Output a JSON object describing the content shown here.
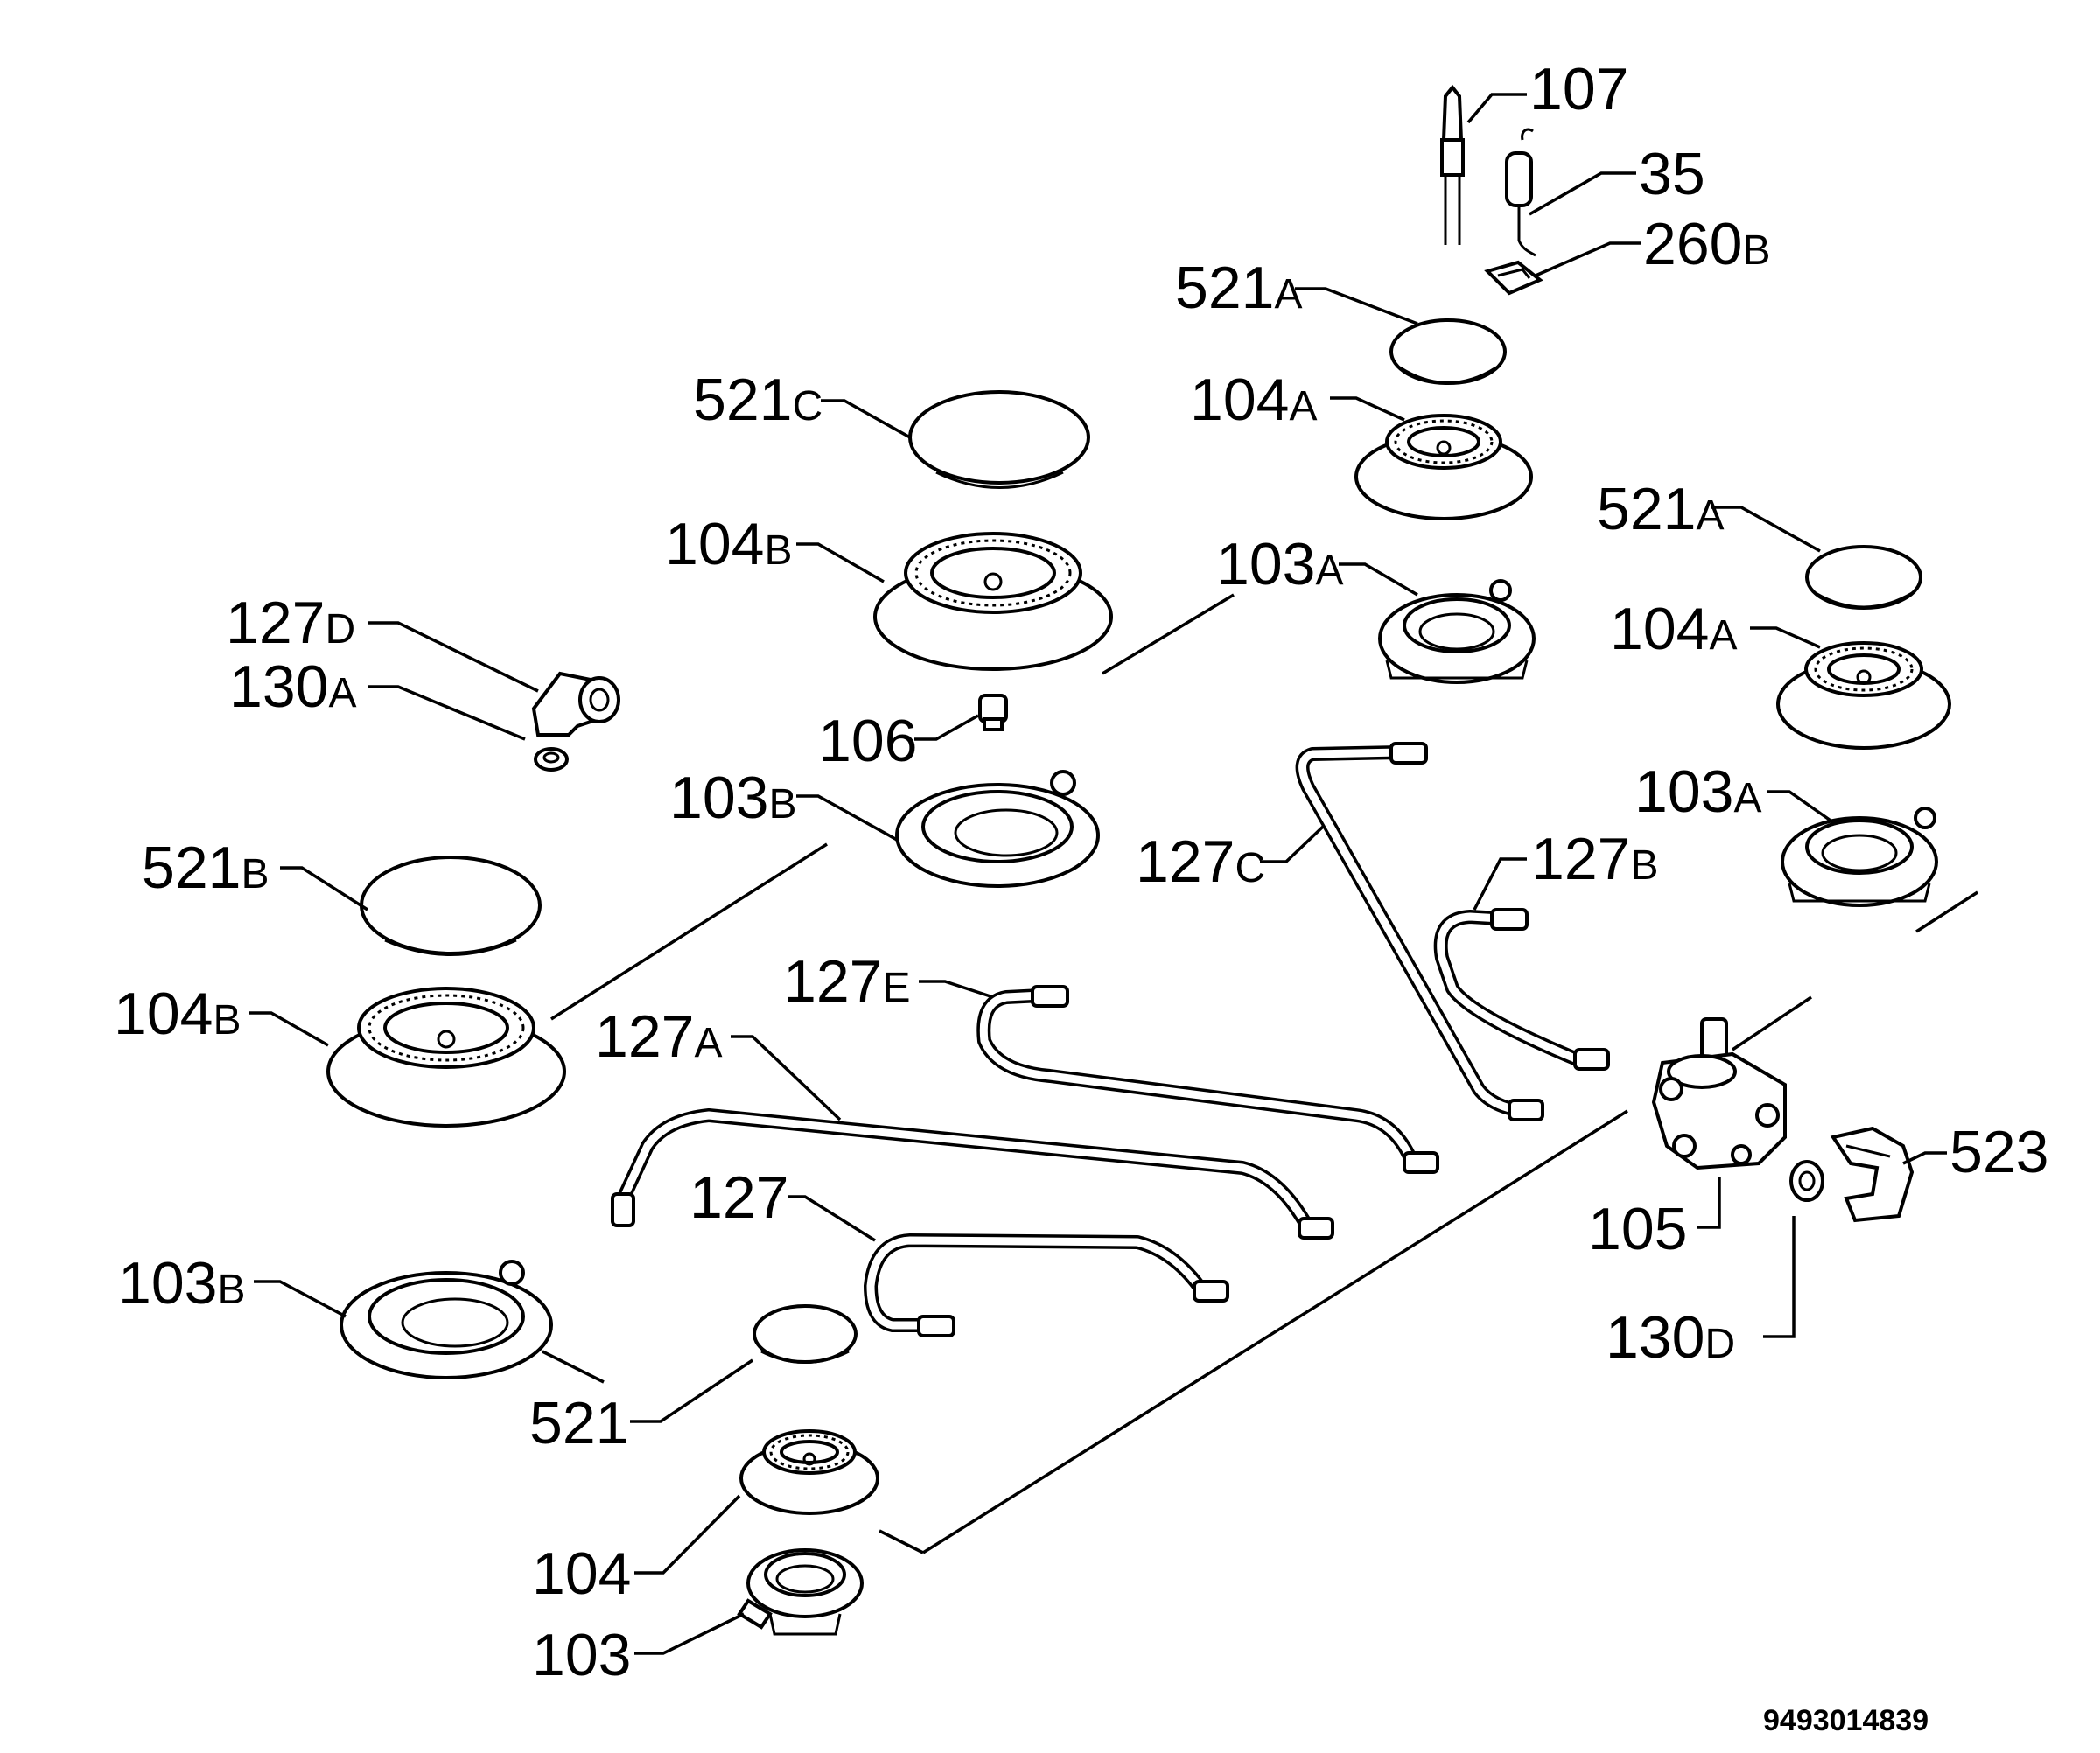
{
  "document_number": "9493014839",
  "labels": {
    "p107": {
      "num": "107",
      "suf": ""
    },
    "p35": {
      "num": "35",
      "suf": ""
    },
    "p260b": {
      "num": "260",
      "suf": "B"
    },
    "p521a_top": {
      "num": "521",
      "suf": "A"
    },
    "p104a_top": {
      "num": "104",
      "suf": "A"
    },
    "p521c": {
      "num": "521",
      "suf": "C"
    },
    "p104b_top": {
      "num": "104",
      "suf": "B"
    },
    "p103a_mid": {
      "num": "103",
      "suf": "A"
    },
    "p521a_right": {
      "num": "521",
      "suf": "A"
    },
    "p104a_right": {
      "num": "104",
      "suf": "A"
    },
    "p127d": {
      "num": "127",
      "suf": "D"
    },
    "p130a": {
      "num": "130",
      "suf": "A"
    },
    "p106": {
      "num": "106",
      "suf": ""
    },
    "p103b_mid": {
      "num": "103",
      "suf": "B"
    },
    "p103a_right": {
      "num": "103",
      "suf": "A"
    },
    "p127c": {
      "num": "127",
      "suf": "C"
    },
    "p127b": {
      "num": "127",
      "suf": "B"
    },
    "p521b": {
      "num": "521",
      "suf": "B"
    },
    "p127e": {
      "num": "127",
      "suf": "E"
    },
    "p104b_left": {
      "num": "104",
      "suf": "B"
    },
    "p127a": {
      "num": "127",
      "suf": "A"
    },
    "p127": {
      "num": "127",
      "suf": ""
    },
    "p523": {
      "num": "523",
      "suf": ""
    },
    "p105": {
      "num": "105",
      "suf": ""
    },
    "p103b_left": {
      "num": "103",
      "suf": "B"
    },
    "p130d": {
      "num": "130",
      "suf": "D"
    },
    "p521": {
      "num": "521",
      "suf": ""
    },
    "p104": {
      "num": "104",
      "suf": ""
    },
    "p103": {
      "num": "103",
      "suf": ""
    }
  }
}
